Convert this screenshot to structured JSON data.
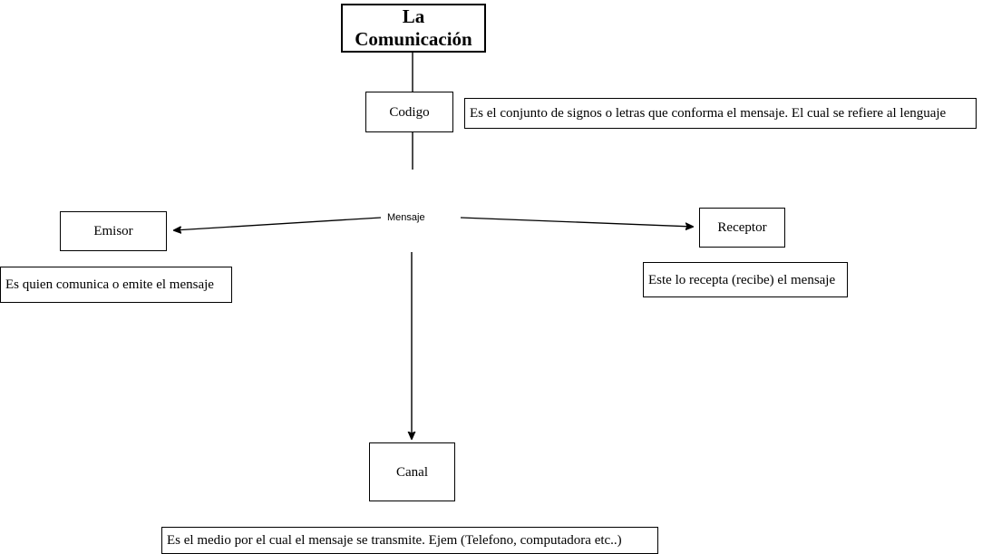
{
  "diagram": {
    "type": "concept-map",
    "title": "La Comunicación",
    "language": "es",
    "background_color": "#ffffff",
    "line_color": "#000000"
  },
  "nodes": {
    "title": {
      "label": "La Comunicación"
    },
    "codigo": {
      "label": "Codigo"
    },
    "emisor": {
      "label": "Emisor"
    },
    "receptor": {
      "label": "Receptor"
    },
    "canal": {
      "label": "Canal"
    }
  },
  "edge_labels": {
    "mensaje": "Mensaje"
  },
  "notes": {
    "codigo_note": "Es el conjunto de signos o letras que conforma el mensaje. El cual se refiere al lenguaje",
    "emisor_note": "Es quien comunica o emite el mensaje",
    "receptor_note": "Este lo recepta (recibe) el mensaje",
    "canal_note": "Es el medio por el cual el mensaje se transmite. Ejem (Telefono, computadora etc..)"
  }
}
